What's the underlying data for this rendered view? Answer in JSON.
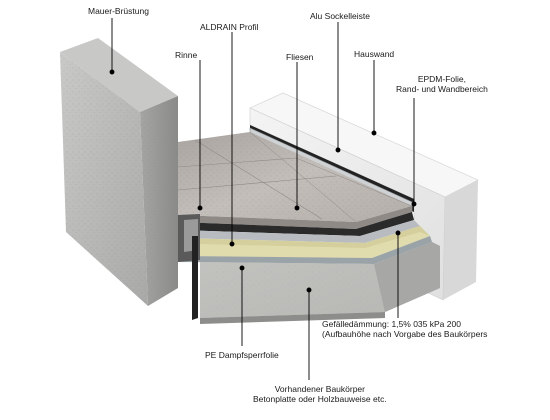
{
  "labels": {
    "mauer": "Mauer-Brüstung",
    "aldrain": "ALDRAIN Profil",
    "alu": "Alu Sockelleiste",
    "rinne": "Rinne",
    "fliesen": "Fliesen",
    "hauswand": "Hauswand",
    "epdm_line1": "EPDM-Folie,",
    "epdm_line2": "Rand- und Wandbereich",
    "gefaelle_line1": "Gefälledämmung: 1,5% 035 kPa 200",
    "gefaelle_line2": "(Aufbauhöhe nach Vorgabe des Baukörpers",
    "pe": "PE Dampfsperrfolie",
    "baukoerper_line1": "Vorhandener Baukörper",
    "baukoerper_line2": "Betonplatte oder Holzbauweise etc."
  },
  "colors": {
    "concrete": "#bdbdbb",
    "concrete_dark": "#8f8f8d",
    "wall": "#ededed",
    "tiles": "#b7b2ad",
    "insulation": "#d9d4a2",
    "membrane": "#222222",
    "leader": "#000000"
  }
}
